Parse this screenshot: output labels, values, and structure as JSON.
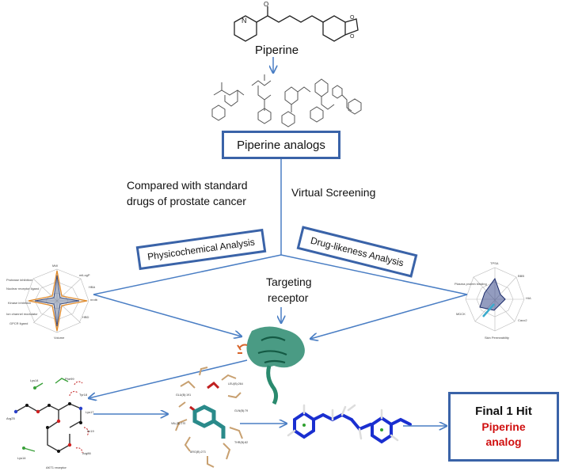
{
  "nodes": {
    "piperine": "Piperine",
    "analogs": "Piperine analogs",
    "compared": [
      "Compared with  standard",
      "drugs of prostate cancer"
    ],
    "virtual": "Virtual Screening",
    "physico": "Physicochemical Analysis",
    "druglike": "Drug-likeness Analysis",
    "targeting": [
      "Targeting",
      "receptor"
    ],
    "final_title": "Final 1 Hit",
    "final_sub": [
      "Piperine",
      "analog"
    ]
  },
  "colors": {
    "arrow": "#4a7ec4",
    "box_border": "#3a63a8",
    "hit_text": "#d01010",
    "protein": "#2a8a6e",
    "ligand_blue": "#1a2fd0",
    "stick_tan": "#c8a070"
  }
}
